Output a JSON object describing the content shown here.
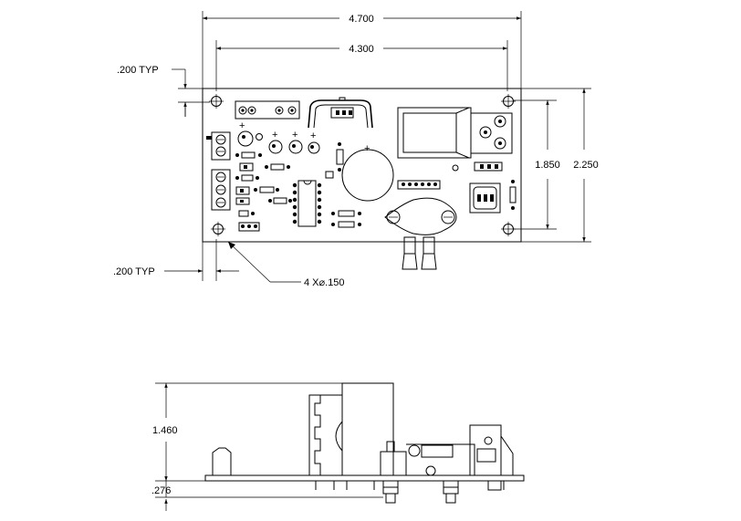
{
  "top_view": {
    "overall_width": "4.700",
    "hole_spacing_width": "4.300",
    "edge_offset_top": ".200 TYP",
    "edge_offset_left": ".200 TYP",
    "hole_spacing_height": "1.850",
    "overall_height": "2.250",
    "hole_callout": "4 X⌀.150"
  },
  "side_view": {
    "component_height": "1.460",
    "board_offset": ".276"
  },
  "colors": {
    "ink": "#000000",
    "paper": "#ffffff"
  }
}
